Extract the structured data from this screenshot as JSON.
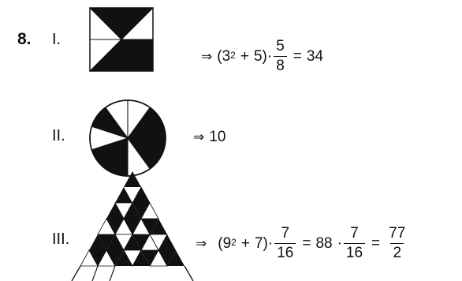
{
  "problem": {
    "number": "8.",
    "parts": [
      {
        "label": "I.",
        "figure": "square-8-triangles-5-shaded-icon",
        "expr": {
          "arrow": "⇒",
          "lparen": "(",
          "base": "3",
          "exp": "2",
          "plus": "+",
          "addend": "5",
          "rparen": ")",
          "dot": "·",
          "frac_num": "5",
          "frac_den": "8",
          "eq": "=",
          "result": "34"
        }
      },
      {
        "label": "II.",
        "figure": "circle-10-sectors-shaded-icon",
        "expr": {
          "arrow": "⇒",
          "result": "10"
        }
      },
      {
        "label": "III.",
        "figure": "triangle-16-subtriangles-shaded-icon",
        "expr": {
          "arrow": "⇒",
          "lparen": "(",
          "base": "9",
          "exp": "2",
          "plus": "+",
          "addend": "7",
          "rparen": ")",
          "dot1": "·",
          "frac1_num": "7",
          "frac1_den": "16",
          "eq1": "=",
          "mid": "88",
          "dot2": "·",
          "frac2_num": "7",
          "frac2_den": "16",
          "eq2": "=",
          "frac3_num": "77",
          "frac3_den": "2"
        }
      }
    ]
  },
  "colors": {
    "ink": "#111111",
    "paper": "#ffffff"
  }
}
